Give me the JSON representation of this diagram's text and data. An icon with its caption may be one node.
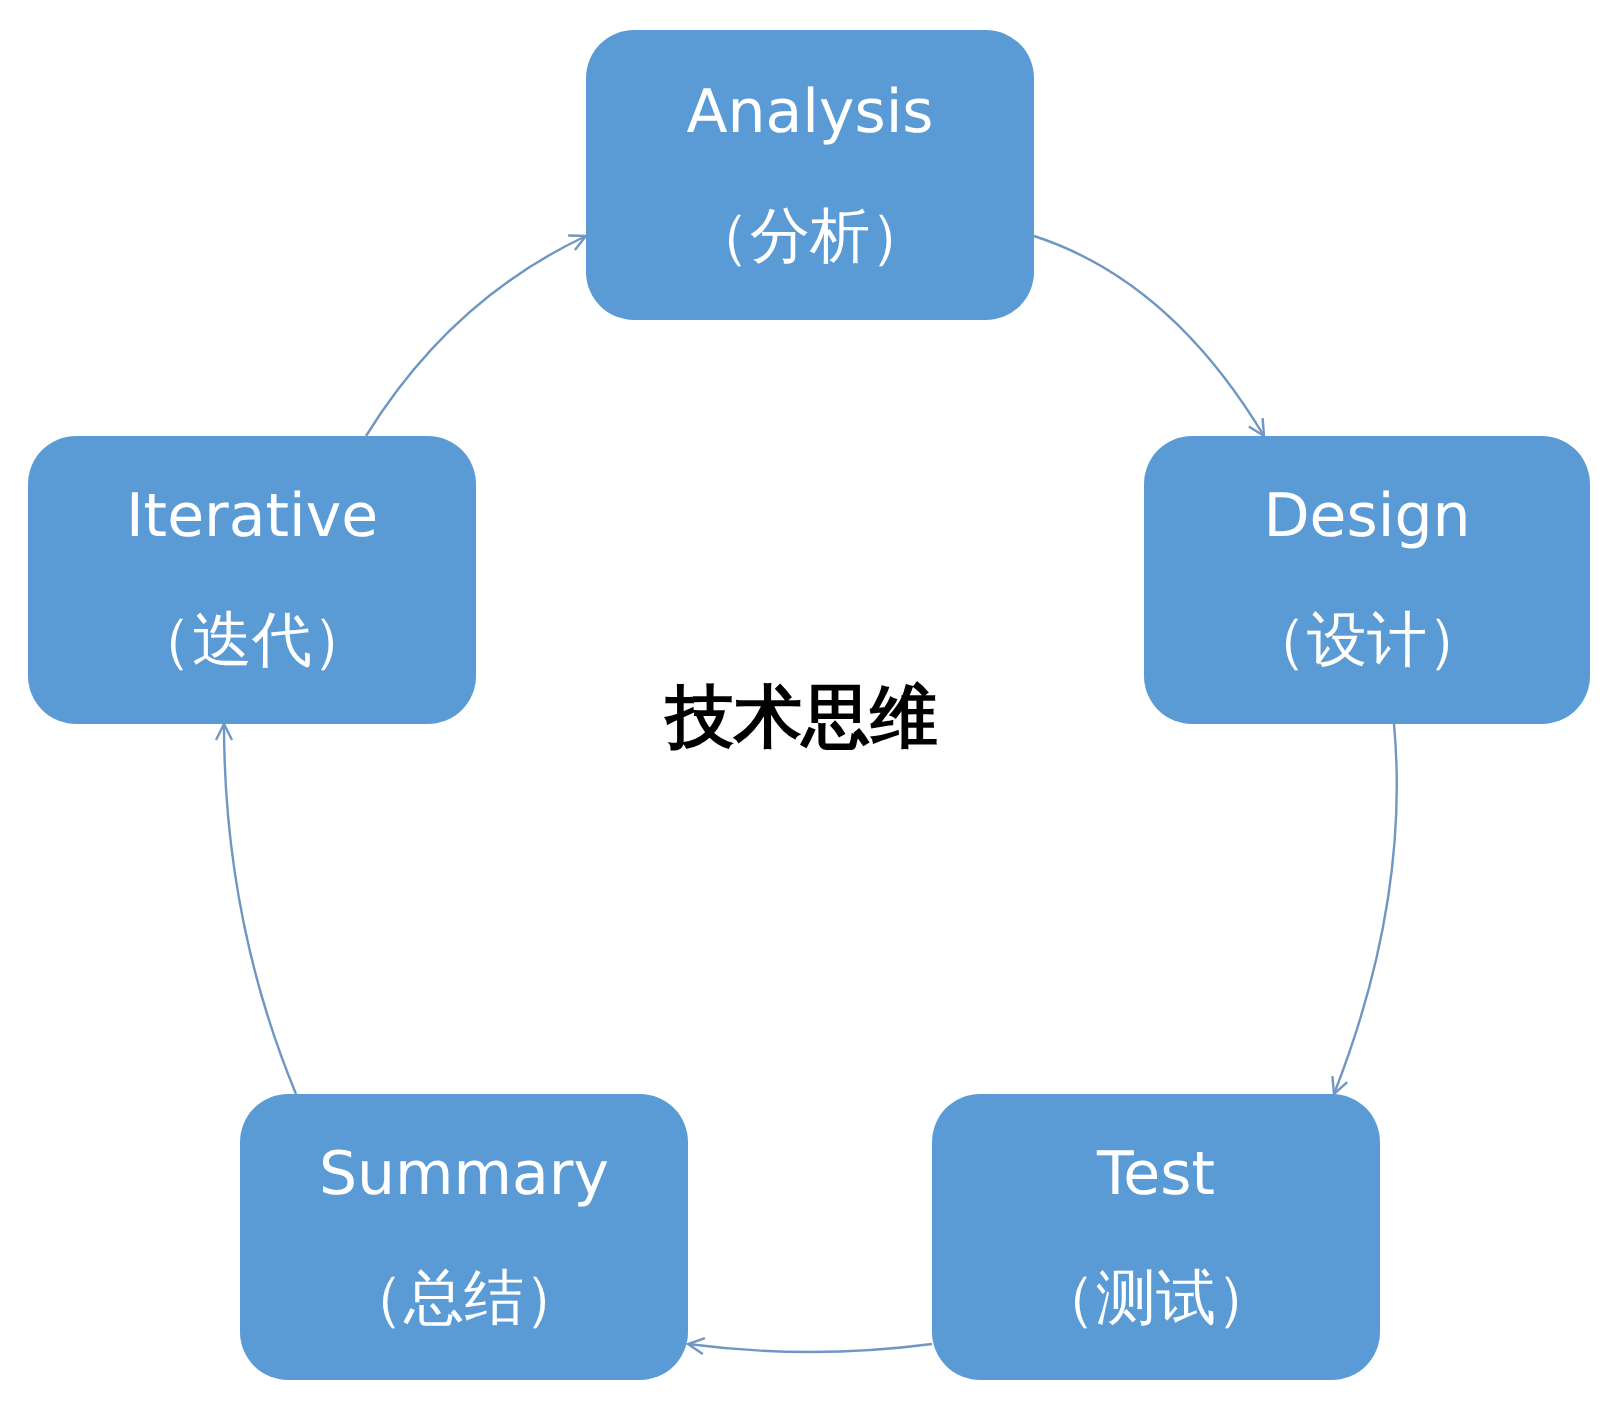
{
  "diagram": {
    "nodes": [
      {
        "text": [
          "Analysis",
          "（分析）"
        ]
      },
      {
        "text": [
          "Design",
          "（设计）"
        ]
      },
      {
        "text": [
          "Test",
          "（测试）"
        ]
      },
      {
        "text": [
          "Summary",
          "（总结）"
        ]
      },
      {
        "text": [
          "Iterative",
          "（迭代）"
        ]
      }
    ],
    "edges": [
      {
        "from": 0,
        "to": 1,
        "arrow": "to"
      },
      {
        "from": 1,
        "to": 2,
        "arrow": "to"
      },
      {
        "from": 2,
        "to": 3,
        "arrow": "to"
      },
      {
        "from": 3,
        "to": 4,
        "arrow": "to"
      },
      {
        "from": 4,
        "to": 0,
        "arrow": "to"
      }
    ],
    "labels": [
      "技术思维"
    ]
  }
}
